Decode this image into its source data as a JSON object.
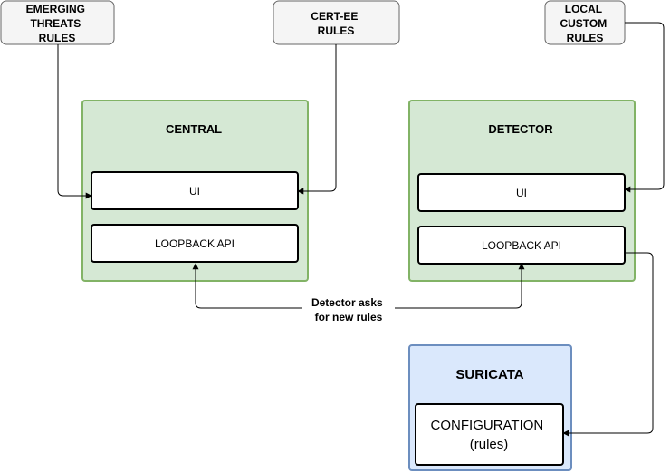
{
  "sources": {
    "emerging_threats": [
      "EMERGING",
      "THREATS",
      "RULES"
    ],
    "cert_ee": [
      "CERT-EE",
      "RULES"
    ],
    "local_custom": [
      "LOCAL",
      "CUSTOM",
      "RULES"
    ]
  },
  "central": {
    "title": "CENTRAL",
    "ui_label": "UI",
    "api_label": "LOOPBACK API"
  },
  "detector": {
    "title": "DETECTOR",
    "ui_label": "UI",
    "api_label": "LOOPBACK API"
  },
  "link_caption": [
    "Detector asks",
    "for new rules"
  ],
  "suricata": {
    "title": "SURICATA",
    "config_label": [
      "CONFIGURATION",
      "(rules)"
    ]
  },
  "colors": {
    "source_fill": "#f5f5f5",
    "source_stroke": "#666666",
    "group_fill": "#d5e8d4",
    "group_stroke": "#82b366",
    "suricata_fill": "#dae8fc",
    "suricata_stroke": "#6c8ebf",
    "inner_fill": "#ffffff",
    "inner_stroke": "#000000",
    "edge": "#000000"
  }
}
